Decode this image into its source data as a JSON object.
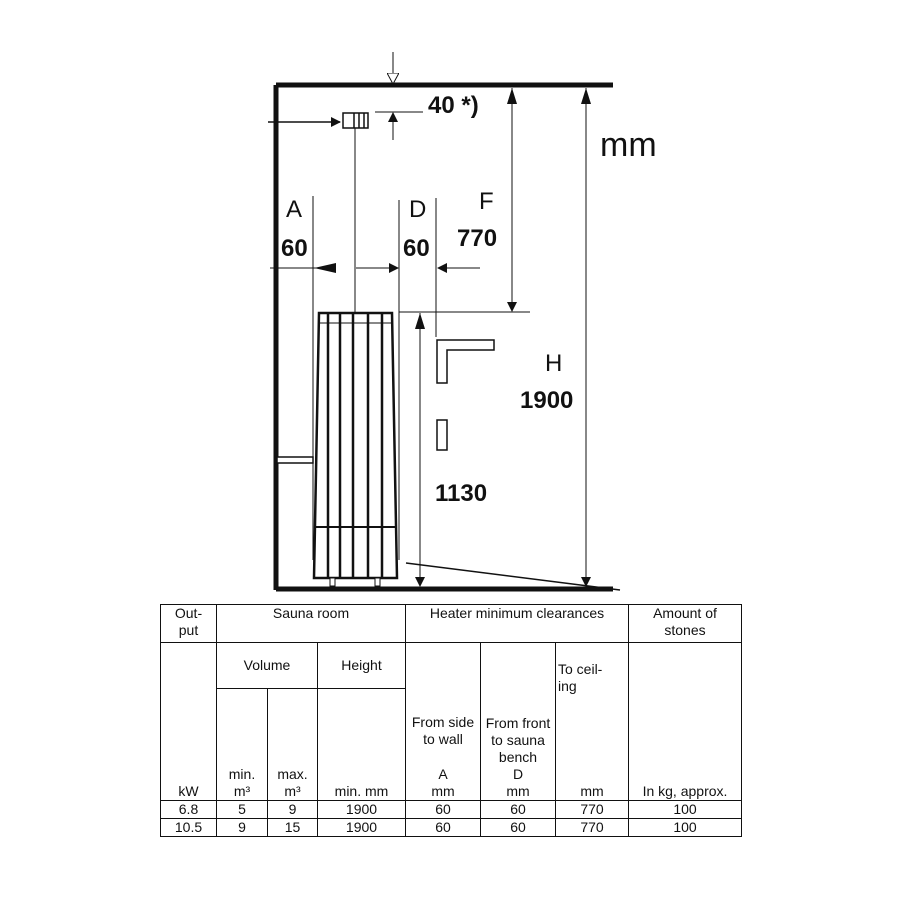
{
  "diagram": {
    "unit_label": "mm",
    "dimensions": {
      "top_clearance": "40 *)",
      "A_label": "A",
      "A_value": "60",
      "D_label": "D",
      "D_value": "60",
      "F_label": "F",
      "F_value": "770",
      "H_label": "H",
      "H_value": "1900",
      "heater_height": "1130"
    }
  },
  "table": {
    "header_row1": {
      "output": "Out-\nput",
      "sauna_room": "Sauna room",
      "clearances": "Heater minimum clearances",
      "stones": "Amount of stones"
    },
    "header_row2": {
      "volume": "Volume",
      "height": "Height",
      "from_side": "From side to wall",
      "from_front": "From front to sauna bench",
      "to_ceiling": "To ceil-ing"
    },
    "units": {
      "output": "kW",
      "vol_min_label": "min.",
      "vol_min_unit": "m³",
      "vol_max_label": "max.",
      "vol_max_unit": "m³",
      "height": "min. mm",
      "side_letter": "A",
      "side_unit": "mm",
      "front_letter": "D",
      "front_unit": "mm",
      "ceiling_unit": "mm",
      "stones_unit": "In kg, approx."
    },
    "rows": [
      [
        "6.8",
        "5",
        "9",
        "1900",
        "60",
        "60",
        "770",
        "100"
      ],
      [
        "10.5",
        "9",
        "15",
        "1900",
        "60",
        "60",
        "770",
        "100"
      ]
    ]
  }
}
